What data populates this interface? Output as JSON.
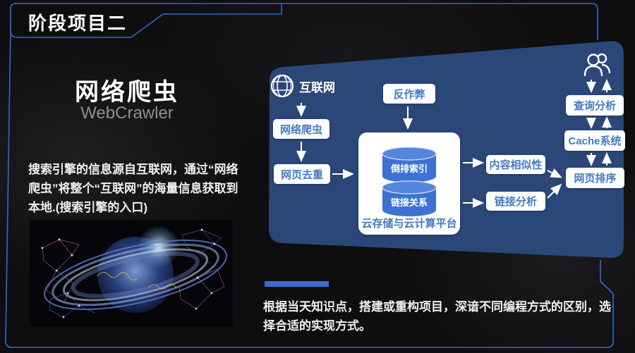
{
  "header": {
    "badge": "阶段项目二"
  },
  "intro": {
    "title": "网络爬虫",
    "subtitle": "WebCrawler",
    "description": "搜索引擎的信息源自互联网，通过“网络爬虫”将整个“互联网”的海量信息获取到本地.(搜索引擎的入口)"
  },
  "footer": {
    "note": "根据当天知识点，搭建或重构项目，深谙不同编程方式的区别，选择合适的实现方式。"
  },
  "diagram": {
    "internet_label": "互联网",
    "nodes": {
      "crawler": "网络爬虫",
      "dedup": "网页去重",
      "antispam": "反作弊",
      "inverted_index": "倒排索引",
      "link_relation": "链接关系",
      "platform": "云存储与云计算平台",
      "similarity": "内容相似性",
      "link_analysis": "链接分析",
      "query": "查询分析",
      "cache": "Cache系统",
      "rank": "网页排序"
    },
    "icons": {
      "internet": "globe-icon",
      "user": "users-group-icon"
    }
  },
  "colors": {
    "accent_line": "#3168cf",
    "panel_blue": "#2b4778",
    "node_text_blue": "#4679c4",
    "cylinder_blue": "#3e72d2",
    "accent_bar": "#3a6bd0",
    "subtitle_gray": "#8f8f8f"
  }
}
